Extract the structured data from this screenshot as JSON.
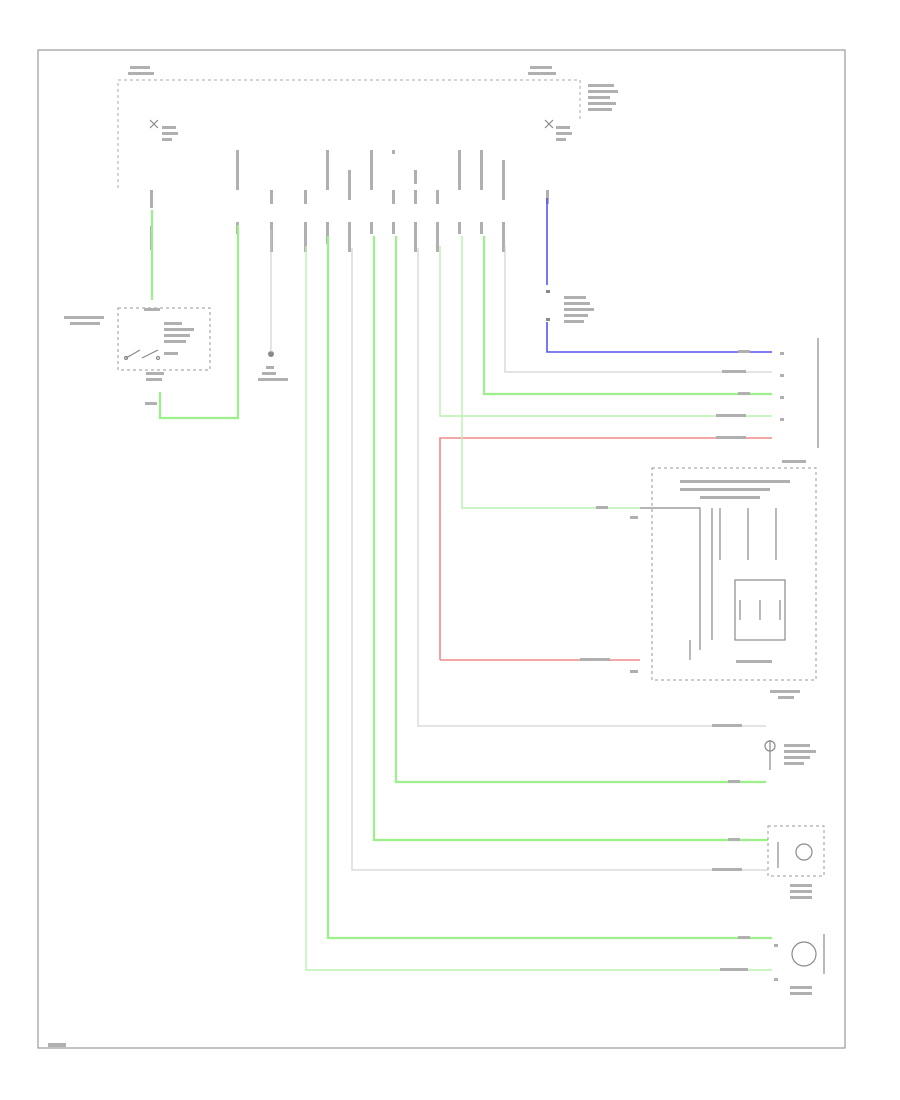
{
  "diagram": {
    "page_ref": "",
    "components": [
      {
        "id": "combination-switch",
        "label": ""
      },
      {
        "id": "ground-point",
        "label": ""
      },
      {
        "id": "connector",
        "label": ""
      },
      {
        "id": "combination-meter",
        "label": ""
      },
      {
        "id": "brake-fluid-switch",
        "label": ""
      },
      {
        "id": "engine-sensor",
        "label": ""
      },
      {
        "id": "parking-lamp",
        "label": ""
      }
    ],
    "wire_colors": {
      "green": "#9bf08a",
      "red": "#f08a8a",
      "blue": "#5555ee",
      "grey": "#c8c8c8"
    }
  }
}
